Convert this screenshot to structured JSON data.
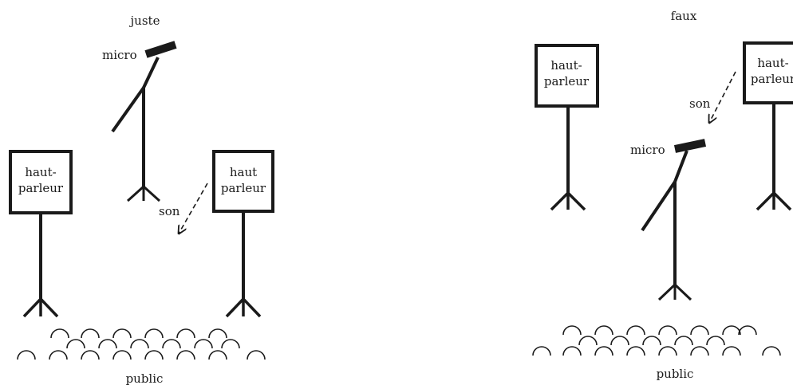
{
  "left_panel": {
    "title": "juste",
    "micro_label": "micro",
    "speaker_left": {
      "line1": "haut-",
      "line2": "parleur"
    },
    "speaker_right": {
      "line1": "haut",
      "line2": "parleur"
    },
    "sound_label": "son",
    "audience_label": "public"
  },
  "right_panel": {
    "title": "faux",
    "micro_label": "micro",
    "speaker_left": {
      "line1": "haut-",
      "line2": "parleur"
    },
    "speaker_right": {
      "line1": "haut-",
      "line2": "parleur"
    },
    "sound_label": "son",
    "audience_label": "public"
  }
}
